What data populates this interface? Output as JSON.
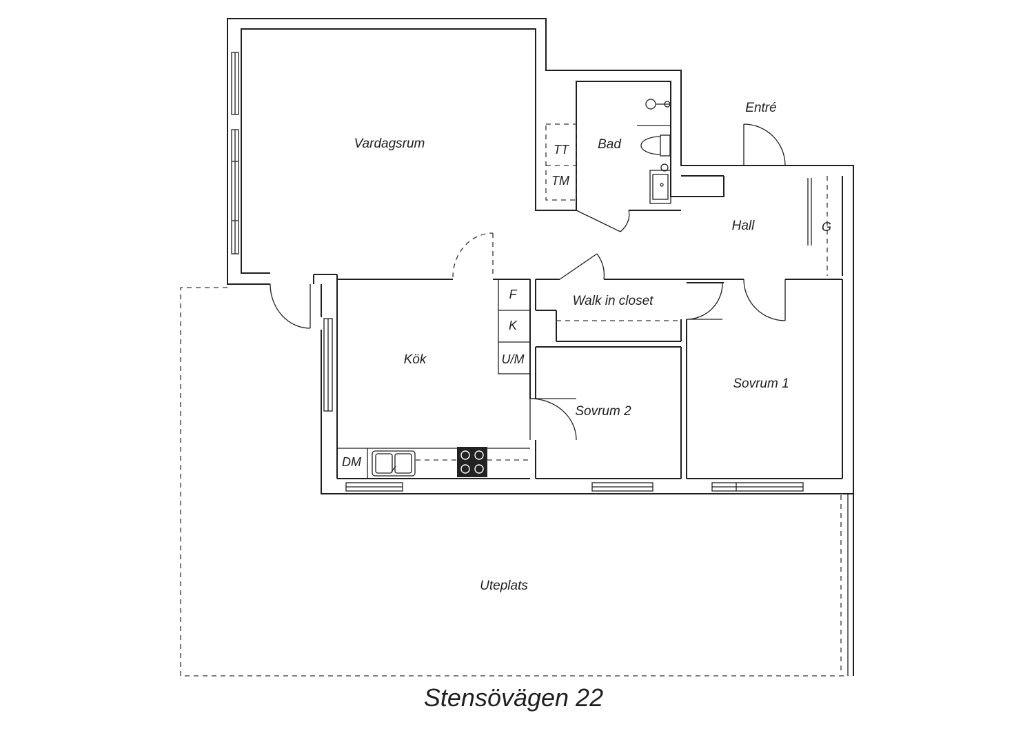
{
  "rooms": {
    "vardagsrum": "Vardagsrum",
    "bad": "Bad",
    "entre": "Entré",
    "hall": "Hall",
    "kok": "Kök",
    "walk_in_closet": "Walk in closet",
    "sovrum1": "Sovrum 1",
    "sovrum2": "Sovrum 2",
    "uteplats": "Uteplats"
  },
  "fixtures": {
    "tt": "TT",
    "tm": "TM",
    "f": "F",
    "k": "K",
    "um": "U/M",
    "dm": "DM",
    "g": "G"
  },
  "title": "Stensövägen 22",
  "colors": {
    "line": "#1e1e1e",
    "background": "#ffffff"
  }
}
